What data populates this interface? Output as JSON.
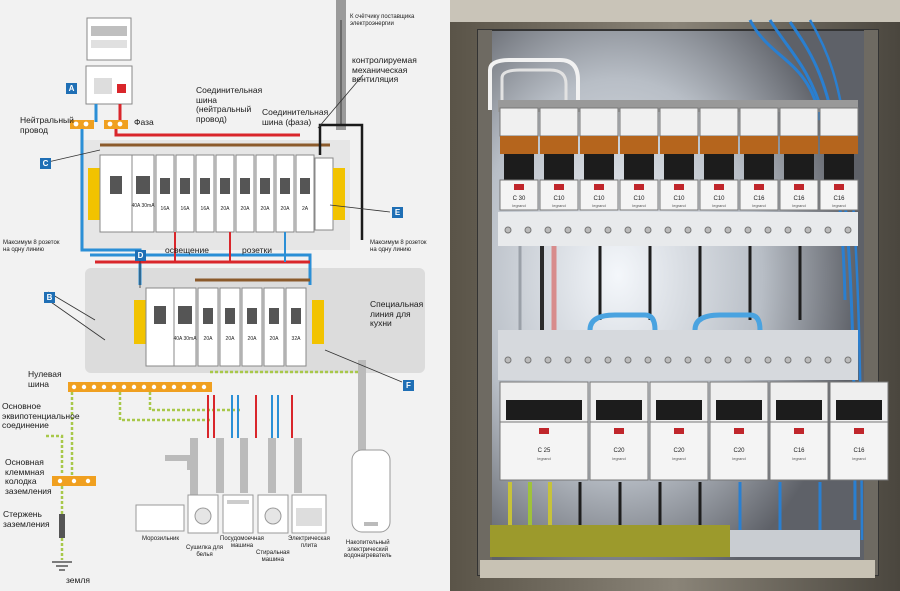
{
  "diagram": {
    "tags": {
      "a": "A",
      "b": "B",
      "c": "C",
      "d": "D",
      "e": "E",
      "f": "F"
    },
    "labels": {
      "supplier_meter": "К счётчику поставщика\nэлектроэнергии",
      "neutral_wire": "Нейтральный\nпровод",
      "phase": "Фаза",
      "neutral_bus": "Соединительная\nшина\n(нейтральный\nпровод)",
      "phase_bus": "Соединительная\nшина (фаза)",
      "ventilation": "контролируемая\nмеханическая\nвентиляция",
      "max_left": "Максимум 8 розеток\nна одну линию",
      "max_right": "Максимум 8 розеток\nна одну линию",
      "lighting": "освещение",
      "sockets": "розетки",
      "kitchen_line": "Специальная\nлиния для\nкухни",
      "zero_bus": "Нулевая\nшина",
      "equipotential": "Основное\nэквипотенциальное\nсоединение",
      "ground_block": "Основная\nклеммная\nколодка\nзаземления",
      "ground_rod": "Стержень\nзаземления",
      "earth": "земля",
      "fridge": "Морозильник",
      "dryer": "Сушилка для\nбелья",
      "dishwasher": "Посудомоечная\nмашина",
      "washer": "Стиральная\nмашина",
      "stove": "Электрическая\nплита",
      "water_heater": "Накопительный\nэлектрический\nводонагреватель"
    },
    "breaker_ratings_top": [
      "16A",
      "16A",
      "16A",
      "20A",
      "20A",
      "20A",
      "20A",
      "2A"
    ],
    "rcd_top": [
      "40A",
      "30mA"
    ],
    "rcd_bottom": [
      "40A",
      "30mA"
    ],
    "breaker_ratings_bottom": [
      "20A",
      "20A",
      "20A",
      "20A",
      "32A"
    ],
    "colors": {
      "phase": "#d9262b",
      "neutral": "#2b8fd6",
      "earth": "#a8c84a",
      "accent": "#1f6fb5"
    }
  },
  "photo": {
    "top_row_labels": [
      "C 30",
      "C10",
      "C10",
      "C10",
      "C10",
      "C10",
      "C16",
      "C16",
      "C16"
    ],
    "bottom_row_labels": [
      "C 25",
      "C20",
      "C20",
      "C20",
      "C16",
      "C16"
    ],
    "brand": "legrand"
  }
}
